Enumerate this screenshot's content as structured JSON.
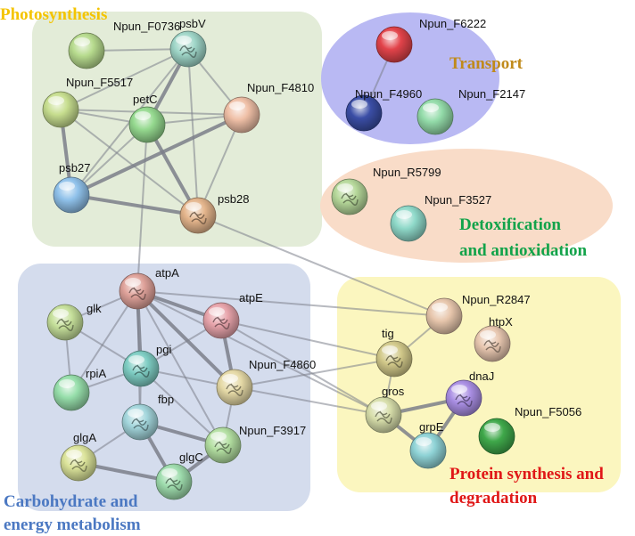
{
  "colors": {
    "photosynthesis_bg": "#e3ecd8",
    "transport_bg": "#b9b9f3",
    "detox_bg": "#f9dcc8",
    "carbohydrate_bg": "#d4dced",
    "protein_bg": "#fbf6bf",
    "photosynthesis_title": "#f4c400",
    "transport_title": "#c08a1a",
    "detox_title": "#12a34a",
    "carbohydrate_title": "#4b78c2",
    "protein_title": "#e01818",
    "edge": "#7b7f8a"
  },
  "groups": {
    "photosynthesis": {
      "title": "Photosynthesis"
    },
    "transport": {
      "title": "Transport"
    },
    "detox": {
      "title_line1": "Detoxification",
      "title_line2": "and antioxidation"
    },
    "carbohydrate": {
      "title_line1": "Carbohydrate and",
      "title_line2": "energy metabolism"
    },
    "protein": {
      "title_line1": "Protein synthesis and",
      "title_line2": "degradation"
    }
  },
  "nodes": [
    {
      "id": "Npun_F0736",
      "label": "Npun_F0736",
      "color": "#b7db8e",
      "icon": "plain-sphere"
    },
    {
      "id": "psbV",
      "label": "psbV",
      "color": "#9fd6c8",
      "icon": "structure-sphere"
    },
    {
      "id": "Npun_F5517",
      "label": "Npun_F5517",
      "color": "#c7de8f",
      "icon": "plain-sphere"
    },
    {
      "id": "petC",
      "label": "petC",
      "color": "#95d98f",
      "icon": "plain-sphere"
    },
    {
      "id": "Npun_F4810",
      "label": "Npun_F4810",
      "color": "#efbfa6",
      "icon": "plain-sphere"
    },
    {
      "id": "psb27",
      "label": "psb27",
      "color": "#8fc1ea",
      "icon": "plain-sphere"
    },
    {
      "id": "psb28",
      "label": "psb28",
      "color": "#e4b58c",
      "icon": "structure-sphere"
    },
    {
      "id": "Npun_F6222",
      "label": "Npun_F6222",
      "color": "#e2434a",
      "icon": "plain-sphere"
    },
    {
      "id": "Npun_F4960",
      "label": "Npun_F4960",
      "color": "#3b4ea6",
      "icon": "plain-sphere"
    },
    {
      "id": "Npun_F2147",
      "label": "Npun_F2147",
      "color": "#93dba9",
      "icon": "plain-sphere"
    },
    {
      "id": "Npun_R5799",
      "label": "Npun_R5799",
      "color": "#b6d89a",
      "icon": "structure-sphere"
    },
    {
      "id": "Npun_F3527",
      "label": "Npun_F3527",
      "color": "#8fd9c9",
      "icon": "plain-sphere"
    },
    {
      "id": "atpA",
      "label": "atpA",
      "color": "#dfa29a",
      "icon": "structure-sphere"
    },
    {
      "id": "atpE",
      "label": "atpE",
      "color": "#e7a3aa",
      "icon": "structure-sphere"
    },
    {
      "id": "glk",
      "label": "glk",
      "color": "#c5df9a",
      "icon": "structure-sphere"
    },
    {
      "id": "pgi",
      "label": "pgi",
      "color": "#7ecdc3",
      "icon": "structure-sphere"
    },
    {
      "id": "rpiA",
      "label": "rpiA",
      "color": "#96deaa",
      "icon": "plain-sphere"
    },
    {
      "id": "Npun_F4860",
      "label": "Npun_F4860",
      "color": "#e5d9a6",
      "icon": "structure-sphere"
    },
    {
      "id": "fbp",
      "label": "fbp",
      "color": "#a3d6dc",
      "icon": "structure-sphere"
    },
    {
      "id": "Npun_F3917",
      "label": "Npun_F3917",
      "color": "#b3dfa1",
      "icon": "structure-sphere"
    },
    {
      "id": "glgA",
      "label": "glgA",
      "color": "#dbe39a",
      "icon": "structure-sphere"
    },
    {
      "id": "glgC",
      "label": "glgC",
      "color": "#9edcad",
      "icon": "structure-sphere"
    },
    {
      "id": "Npun_R2847",
      "label": "Npun_R2847",
      "color": "#e7c6ac",
      "icon": "plain-sphere"
    },
    {
      "id": "htpX",
      "label": "htpX",
      "color": "#e8c7b0",
      "icon": "structure-sphere"
    },
    {
      "id": "tig",
      "label": "tig",
      "color": "#d2c98a",
      "icon": "structure-sphere"
    },
    {
      "id": "dnaJ",
      "label": "dnaJ",
      "color": "#a98ee3",
      "icon": "structure-sphere"
    },
    {
      "id": "gros",
      "label": "gros",
      "color": "#d7deaa",
      "icon": "structure-sphere"
    },
    {
      "id": "grpE",
      "label": "grpE",
      "color": "#8fd3d6",
      "icon": "plain-sphere"
    },
    {
      "id": "Npun_F5056",
      "label": "Npun_F5056",
      "color": "#3fa84a",
      "icon": "plain-sphere"
    }
  ],
  "edges": [
    [
      "Npun_F0736",
      "psbV"
    ],
    [
      "psbV",
      "Npun_F5517"
    ],
    [
      "psbV",
      "petC"
    ],
    [
      "psbV",
      "Npun_F4810"
    ],
    [
      "psbV",
      "psb27"
    ],
    [
      "psbV",
      "psb28"
    ],
    [
      "Npun_F5517",
      "petC"
    ],
    [
      "Npun_F5517",
      "Npun_F4810"
    ],
    [
      "Npun_F5517",
      "psb27"
    ],
    [
      "Npun_F5517",
      "psb28"
    ],
    [
      "petC",
      "Npun_F4810"
    ],
    [
      "petC",
      "psb27"
    ],
    [
      "petC",
      "psb28"
    ],
    [
      "petC",
      "atpA"
    ],
    [
      "Npun_F4810",
      "psb27"
    ],
    [
      "Npun_F4810",
      "psb28"
    ],
    [
      "psb27",
      "psb28"
    ],
    [
      "psb28",
      "Npun_R2847"
    ],
    [
      "Npun_F6222",
      "Npun_F4960"
    ],
    [
      "atpA",
      "atpE"
    ],
    [
      "atpA",
      "glk"
    ],
    [
      "atpA",
      "pgi"
    ],
    [
      "atpA",
      "rpiA"
    ],
    [
      "atpA",
      "fbp"
    ],
    [
      "atpA",
      "Npun_F4860"
    ],
    [
      "atpA",
      "Npun_F3917"
    ],
    [
      "atpA",
      "gros"
    ],
    [
      "atpA",
      "Npun_R2847"
    ],
    [
      "atpE",
      "pgi"
    ],
    [
      "atpE",
      "Npun_F4860"
    ],
    [
      "atpE",
      "tig"
    ],
    [
      "atpE",
      "gros"
    ],
    [
      "glk",
      "pgi"
    ],
    [
      "glk",
      "rpiA"
    ],
    [
      "pgi",
      "rpiA"
    ],
    [
      "pgi",
      "fbp"
    ],
    [
      "pgi",
      "Npun_F4860"
    ],
    [
      "pgi",
      "Npun_F3917"
    ],
    [
      "fbp",
      "glgA"
    ],
    [
      "fbp",
      "glgC"
    ],
    [
      "fbp",
      "Npun_F3917"
    ],
    [
      "glgA",
      "glgC"
    ],
    [
      "glgC",
      "Npun_F3917"
    ],
    [
      "Npun_F4860",
      "tig"
    ],
    [
      "Npun_F4860",
      "gros"
    ],
    [
      "Npun_F4860",
      "Npun_F3917"
    ],
    [
      "Npun_R2847",
      "tig"
    ],
    [
      "tig",
      "gros"
    ],
    [
      "gros",
      "dnaJ"
    ],
    [
      "gros",
      "grpE"
    ],
    [
      "dnaJ",
      "grpE"
    ]
  ]
}
